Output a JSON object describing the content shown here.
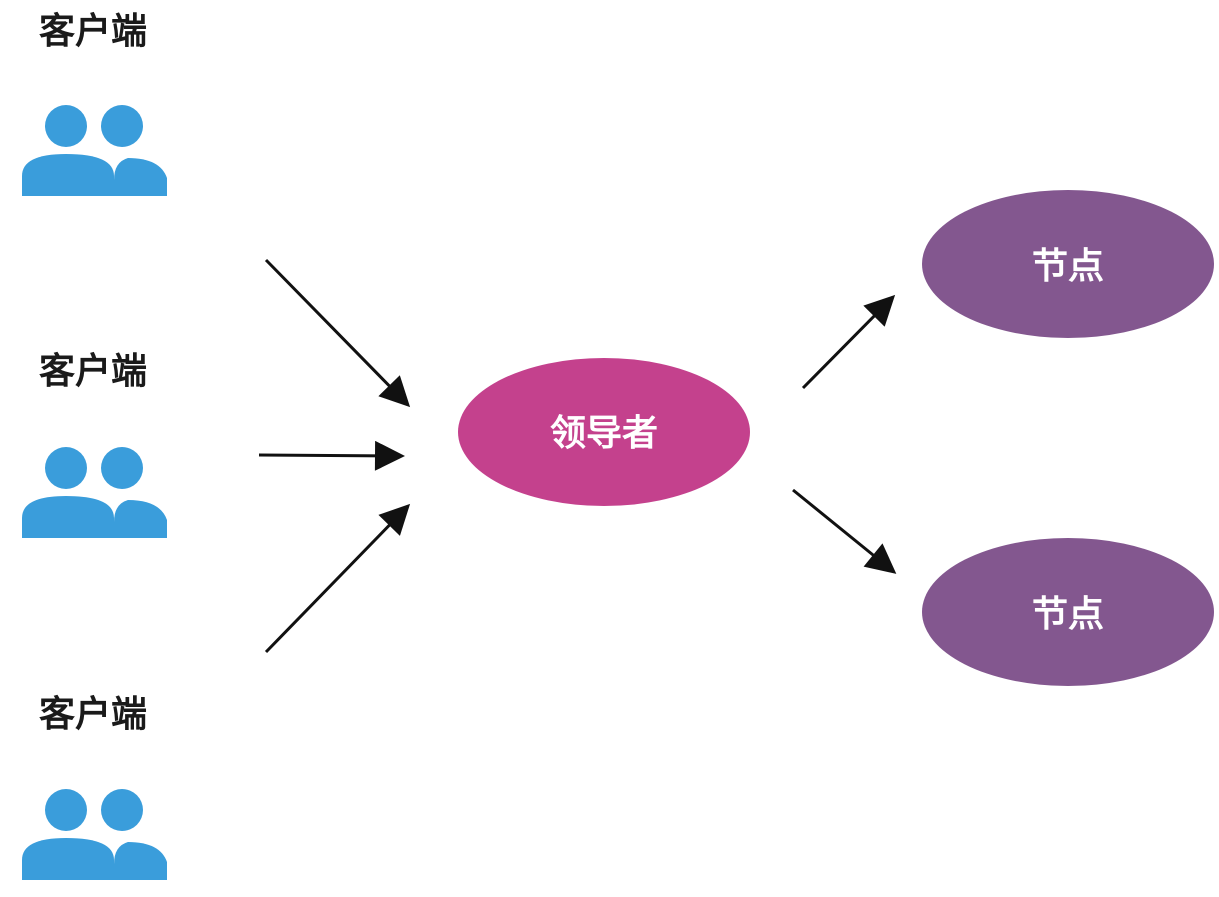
{
  "clients": [
    {
      "label": "客户端",
      "icon": "users-icon"
    },
    {
      "label": "客户端",
      "icon": "users-icon"
    },
    {
      "label": "客户端",
      "icon": "users-icon"
    }
  ],
  "leader": {
    "label": "领导者"
  },
  "followers": [
    {
      "label": "节点"
    },
    {
      "label": "节点"
    }
  ],
  "colors": {
    "client_icon": "#3a9ddb",
    "client_text": "#1a1a1a",
    "leader_fill": "#c4418d",
    "follower_fill": "#83578f",
    "node_text": "#ffffff",
    "arrow": "#111111"
  }
}
